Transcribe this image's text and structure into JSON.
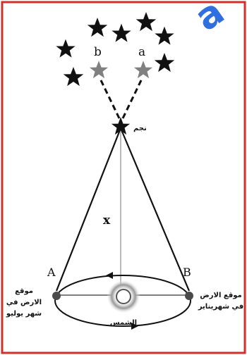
{
  "watermark": "a",
  "star_labels": {
    "b": "b",
    "a": "a"
  },
  "near_star_label": "نجم",
  "distance_label": "x",
  "position_labels": {
    "A": "A",
    "B": "B"
  },
  "sun_label": "الشمس",
  "earth_july": [
    "موقع",
    "الارض في",
    "شهر يوليو"
  ],
  "earth_january": [
    "موقع الارض",
    "في شهريناير"
  ],
  "colors": {
    "border": "#d0302a",
    "stars": "#111111",
    "shifted_stars": "#808080",
    "watermark": "#2f6fe0"
  }
}
